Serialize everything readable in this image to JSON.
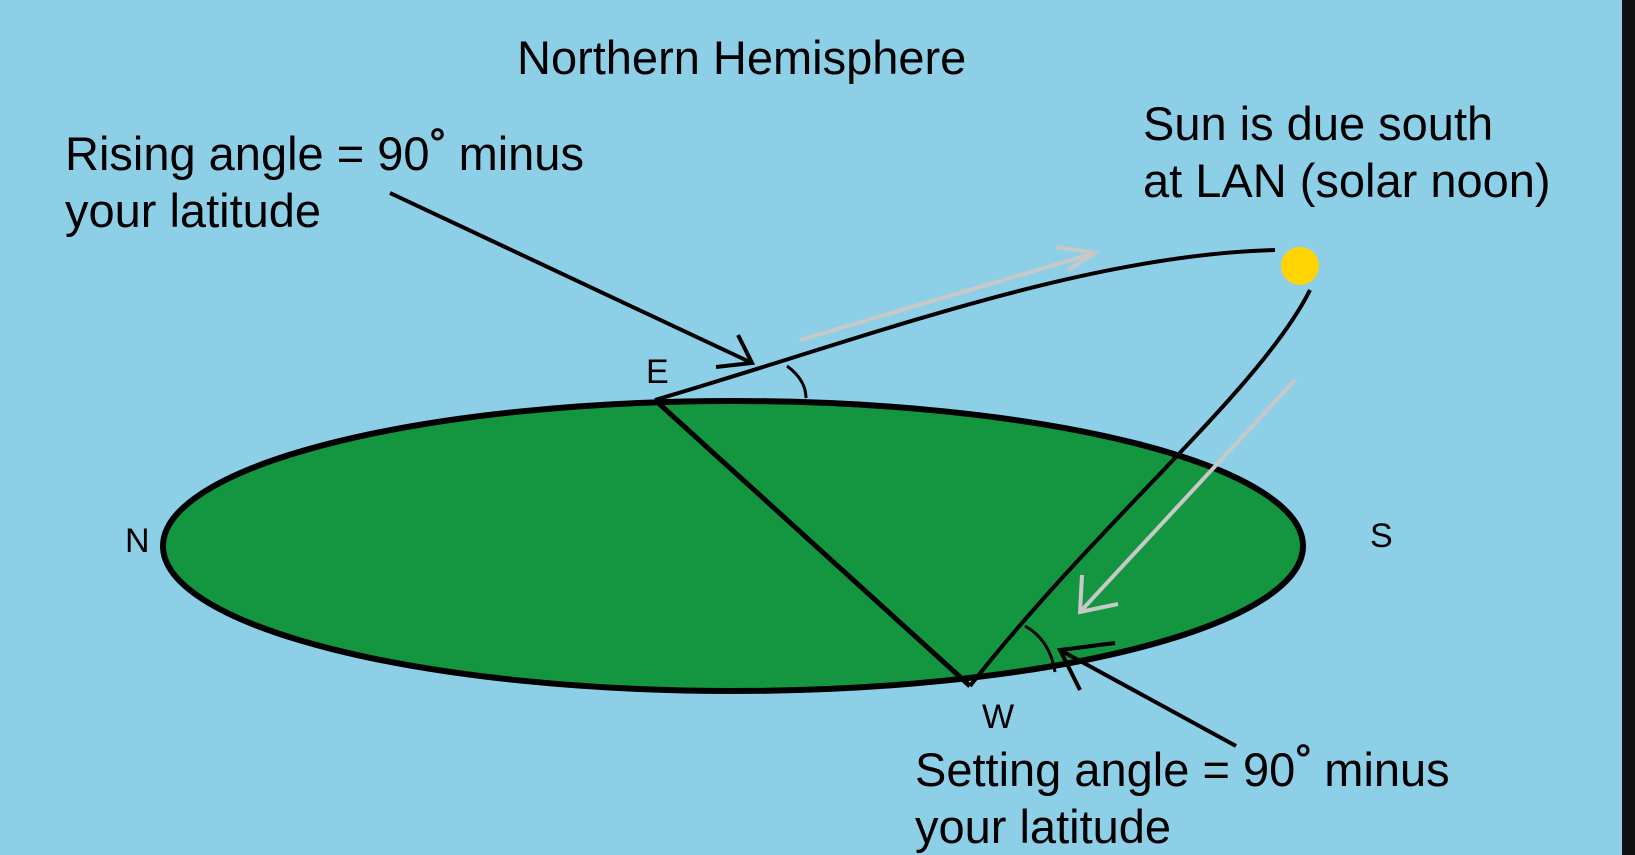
{
  "title": "Northern Hemisphere",
  "rising_label": {
    "line1_before": "Rising angle = 90",
    "degree": "°",
    "line1_after": " minus",
    "line2": "your latitude"
  },
  "sun_label": {
    "line1": "Sun is due south",
    "line2": "at LAN (solar noon)"
  },
  "setting_label": {
    "line1_before": "Setting angle = 90",
    "degree": "°",
    "line1_after": " minus",
    "line2": "your latitude"
  },
  "directions": {
    "north": "N",
    "south": "S",
    "east": "E",
    "west": "W"
  },
  "colors": {
    "sky": "#8ecfe8",
    "ground": "#13963f",
    "sun": "#ffd400",
    "path": "#000000",
    "motion_arrow": "#c8c8c8"
  }
}
